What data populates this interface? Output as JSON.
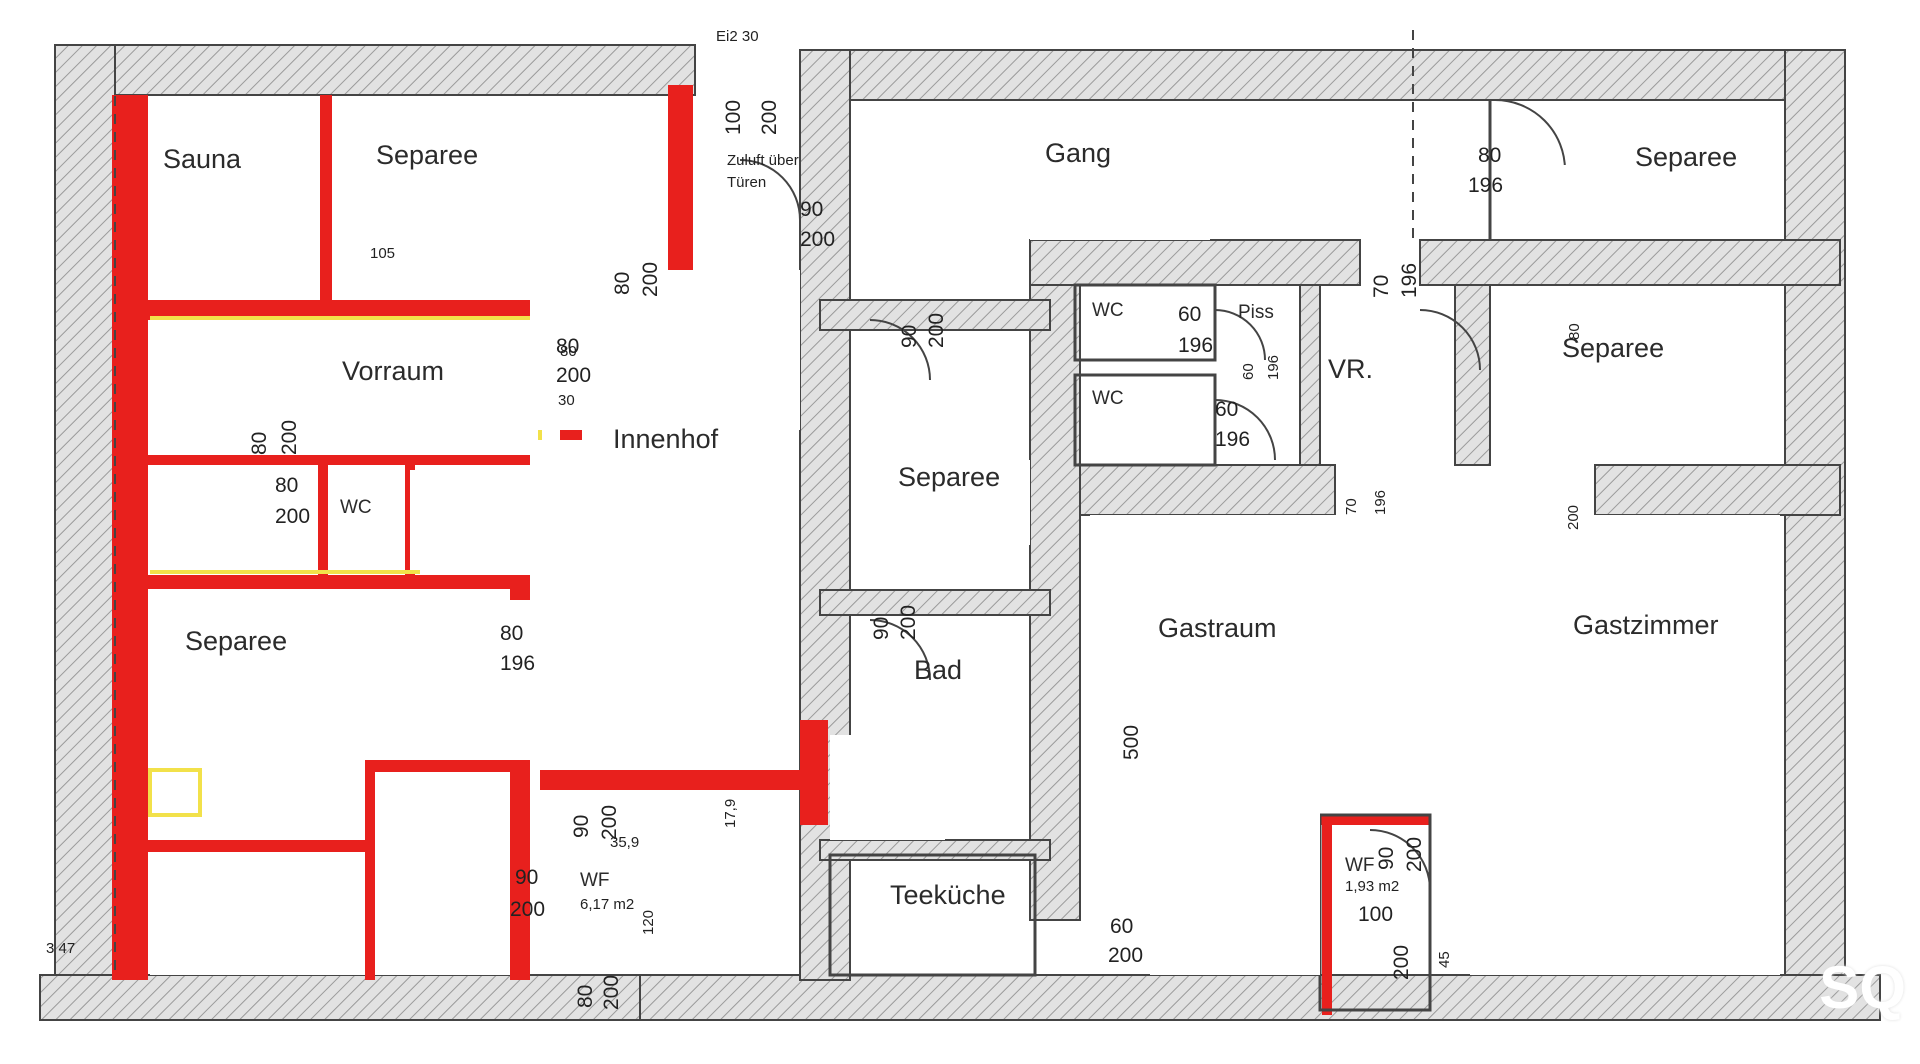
{
  "rooms": {
    "sauna": "Sauna",
    "separee_top_left": "Separee",
    "vorraum": "Vorraum",
    "innenhof": "Innenhof",
    "wc_left": "WC",
    "separee_mid_left": "Separee",
    "gang": "Gang",
    "separee_top_right": "Separee",
    "separee_center": "Separee",
    "wc_1": "WC",
    "wc_2": "WC",
    "piss": "Piss",
    "vr": "VR.",
    "separee_right": "Separee",
    "bad": "Bad",
    "teekueche": "Teeküche",
    "gastraum": "Gastraum",
    "gastzimmer": "Gastzimmer",
    "wf_left": "WF",
    "wf_right": "WF"
  },
  "annotations": {
    "zuluft": "Zuluft über",
    "tueren": "Türen",
    "ei": "Ei2 30",
    "area_left": "6,17 m2",
    "area_right": "1,93 m2",
    "corner": "3 47",
    "dim_500": "500",
    "stair_1": "35,9",
    "stair_2": "17,9",
    "stair_3": "120"
  },
  "dims": {
    "d1": "100",
    "d2": "200",
    "d3": "90",
    "d4": "200",
    "d5": "80",
    "d6": "196",
    "d7": "80",
    "d8": "200",
    "d9": "70",
    "d10": "196",
    "d11": "90",
    "d12": "200",
    "d13": "60",
    "d14": "196",
    "d15": "60",
    "d16": "196",
    "d17": "80",
    "d18": "200",
    "d19": "80",
    "d20": "200",
    "d21": "80",
    "d22": "200",
    "d23": "80",
    "d24": "196",
    "d25": "90",
    "d26": "200",
    "d27": "90",
    "d28": "200",
    "d29": "90",
    "d30": "200",
    "d31": "80",
    "d32": "200",
    "d33": "60",
    "d34": "200",
    "d35": "90",
    "d36": "200",
    "d37": "100",
    "d38": "200",
    "d39": "70",
    "d40": "196",
    "d41": "200",
    "d42": "60",
    "d43": "80",
    "d44": "30",
    "d45": "196",
    "d46": "45",
    "d47": "80",
    "d48": "105"
  },
  "logo": "SQ",
  "colors": {
    "wall_fill": "#d9d9d9",
    "wall_stroke": "#555555",
    "new_wall": "#e8201d",
    "mark_yellow": "#f2e14a",
    "mask": "#ffffff"
  }
}
